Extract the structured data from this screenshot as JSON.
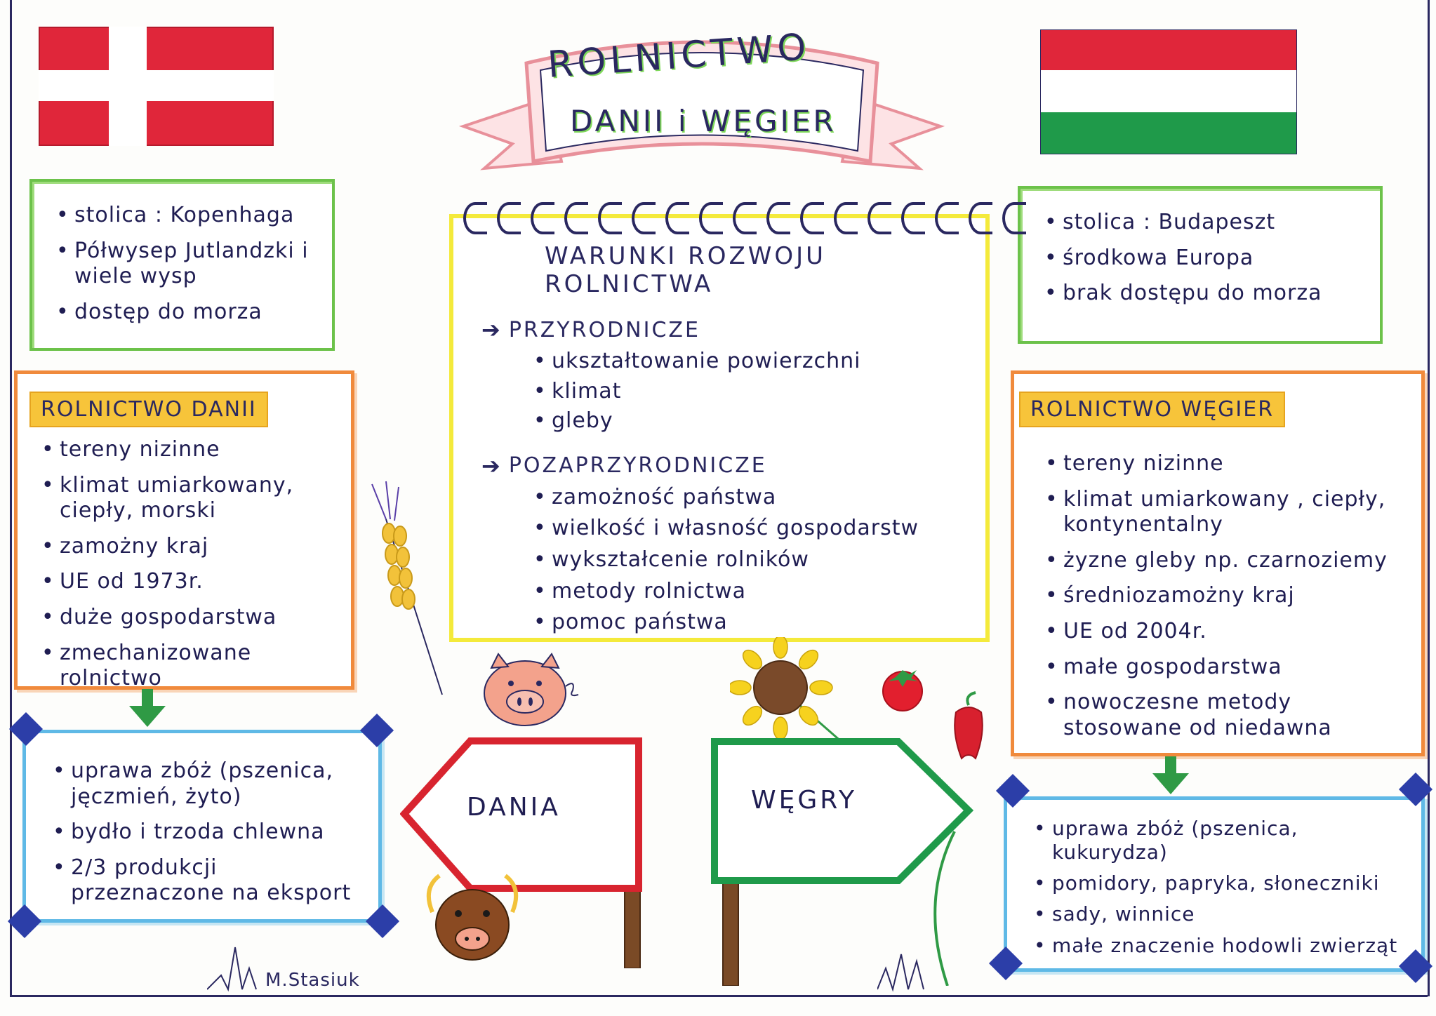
{
  "banner": {
    "line1": "ROLNICTWO",
    "line2": "DANII i WĘGIER"
  },
  "denmark": {
    "info": [
      "stolica : Kopenhaga",
      "Półwysep Jutlandzki i wiele wysp",
      "dostęp do morza"
    ],
    "agri_title": "ROLNICTWO DANII",
    "agri_items": [
      "tereny nizinne",
      "klimat umiarkowany, ciepły, morski",
      "zamożny kraj",
      "UE od 1973r.",
      "duże gospodarstwa",
      "zmechanizowane rolnictwo"
    ],
    "production": [
      "uprawa zbóż (pszenica, jęczmień, żyto)",
      "bydło i trzoda chlewna",
      "2/3 produkcji przeznaczone na eksport"
    ],
    "sign": "DANIA"
  },
  "hungary": {
    "info": [
      "stolica : Budapeszt",
      "środkowa Europa",
      "brak dostępu do morza"
    ],
    "agri_title": "ROLNICTWO WĘGIER",
    "agri_items": [
      "tereny nizinne",
      "klimat umiarkowany , ciepły, kontynentalny",
      "żyzne gleby np. czarnoziemy",
      "średniozamożny kraj",
      "UE od 2004r.",
      "małe gospodarstwa",
      "nowoczesne metody stosowane od niedawna"
    ],
    "production": [
      "uprawa zbóż (pszenica, kukurydza)",
      "pomidory, papryka, słoneczniki",
      "sady, winnice",
      "małe znaczenie hodowli zwierząt"
    ],
    "sign": "WĘGRY"
  },
  "conditions": {
    "title": "WARUNKI ROZWOJU ROLNICTWA",
    "natural_head": "PRZYRODNICZE",
    "natural_items": [
      "ukształtowanie powierzchni",
      "klimat",
      "gleby"
    ],
    "nonnatural_head": "POZAPRZYRODNICZE",
    "nonnatural_items": [
      "zamożność państwa",
      "wielkość i własność gospodarstw",
      "wykształcenie rolników",
      "metody rolnictwa",
      "pomoc państwa"
    ]
  },
  "author": "M.Stasiuk",
  "colors": {
    "denmark_red": "#e0263a",
    "hungary_red": "#e0263a",
    "hungary_green": "#1f9a4a",
    "green_box": "#6cc24a",
    "orange_box": "#f08a3c",
    "blue_box": "#5fb9e6",
    "yellow_box": "#f4ea3b",
    "title_yellow": "#f7c43a",
    "ink": "#1f1d52"
  },
  "icons": [
    "wheat-icon",
    "pig-icon",
    "bull-icon",
    "sunflower-icon",
    "tomato-icon",
    "pepper-icon",
    "arrow-down-icon",
    "arrow-right-icon"
  ]
}
